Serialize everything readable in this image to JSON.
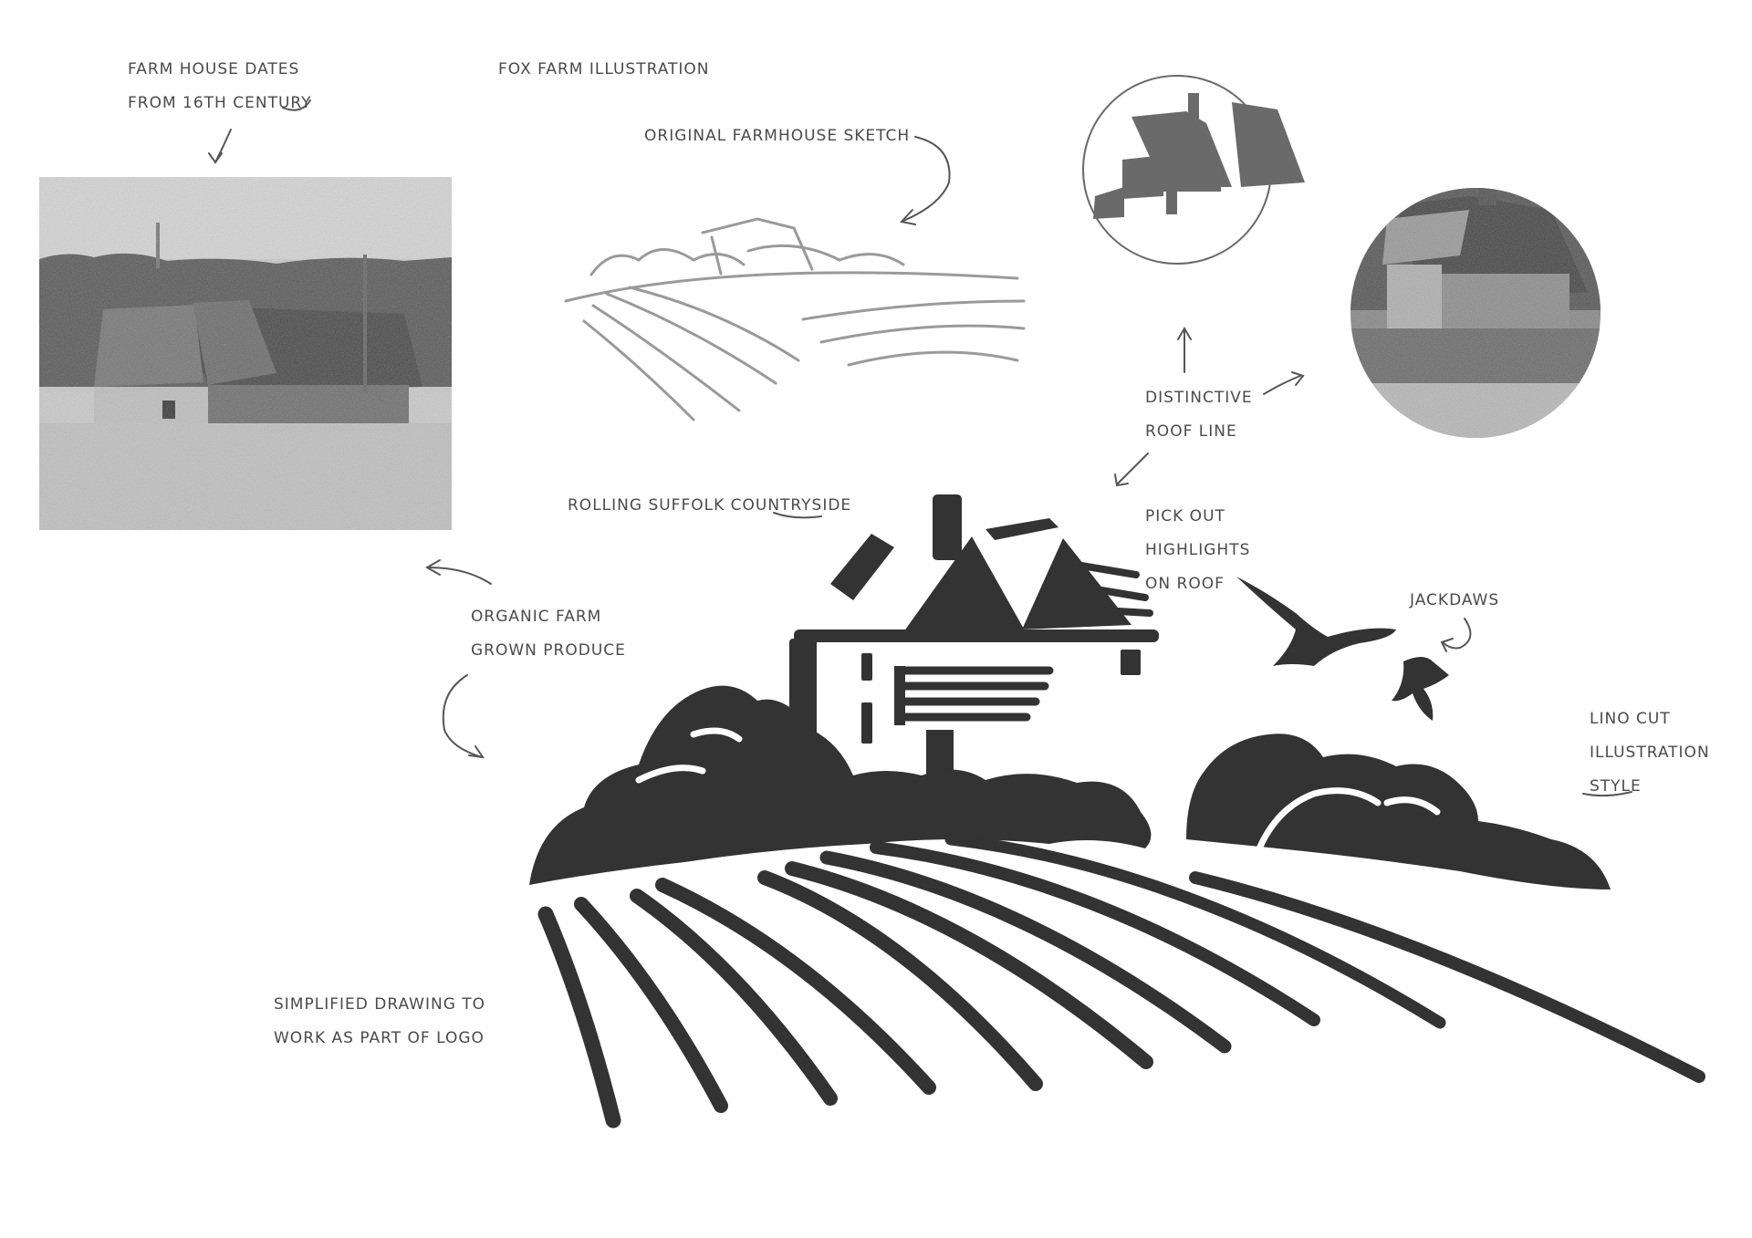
{
  "notes": {
    "farmhouse_dates": [
      "Farm house dates",
      "from 16th century"
    ],
    "fox_farm": "Fox farm illustration",
    "original_sketch": "Original farmhouse sketch",
    "rolling_countryside": "Rolling Suffolk countryside",
    "organic_farm": [
      "Organic farm",
      "grown produce"
    ],
    "distinctive_roof": [
      "Distinctive",
      "roof line"
    ],
    "pick_out_highlights": [
      "Pick out",
      "highlights",
      "on roof"
    ],
    "jackdaws": "Jackdaws",
    "lino_cut": [
      "Lino cut",
      "illustration",
      "style"
    ],
    "simplified_drawing": [
      "Simplified drawing to",
      "work as part of logo"
    ]
  },
  "colors": {
    "ink": "#333333",
    "annotation": "#4a4a4a",
    "photo_gray": "#7a7a7a",
    "sketch_pencil": "#9a9a9a"
  },
  "icons": {
    "main": "farmhouse-lino-illustration",
    "sketch": "pencil-sketch",
    "arrows": "hand-drawn-arrow"
  }
}
